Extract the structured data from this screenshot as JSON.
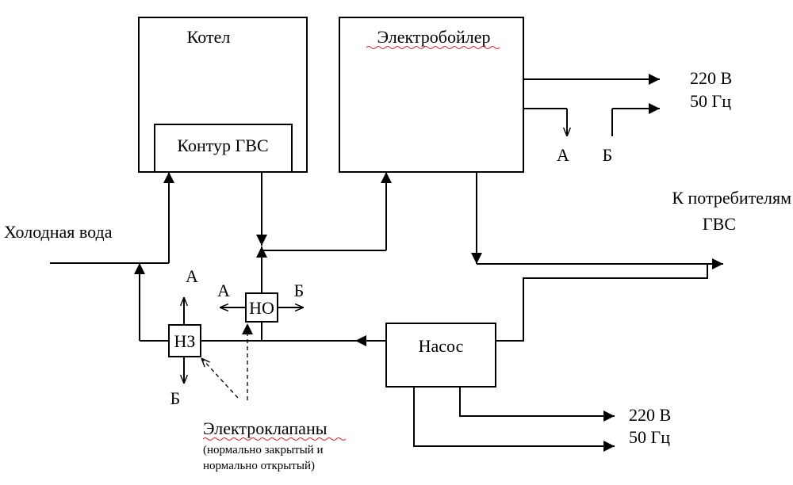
{
  "blocks": {
    "boiler": "Котел",
    "dhw_circuit": "Контур ГВС",
    "electric_boiler": "Электробойлер",
    "pump": "Насос"
  },
  "power_top": {
    "line1": "220 В",
    "line2": "50 Гц"
  },
  "power_bottom": {
    "line1": "220 В",
    "line2": "50 Гц"
  },
  "terminals": {
    "top_a": "А",
    "top_b": "Б",
    "no_a": "А",
    "no_b": "Б",
    "nz_a": "А",
    "nz_b": "Б"
  },
  "valves": {
    "nz": "НЗ",
    "no": "НО"
  },
  "labels": {
    "cold_water": "Холодная вода",
    "consumers_line1": "К потребителям",
    "consumers_line2": "ГВС",
    "electrovalves": "Электроклапаны",
    "electrovalves_note_line1": "(нормально закрытый и",
    "electrovalves_note_line2": "нормально открытый)"
  }
}
